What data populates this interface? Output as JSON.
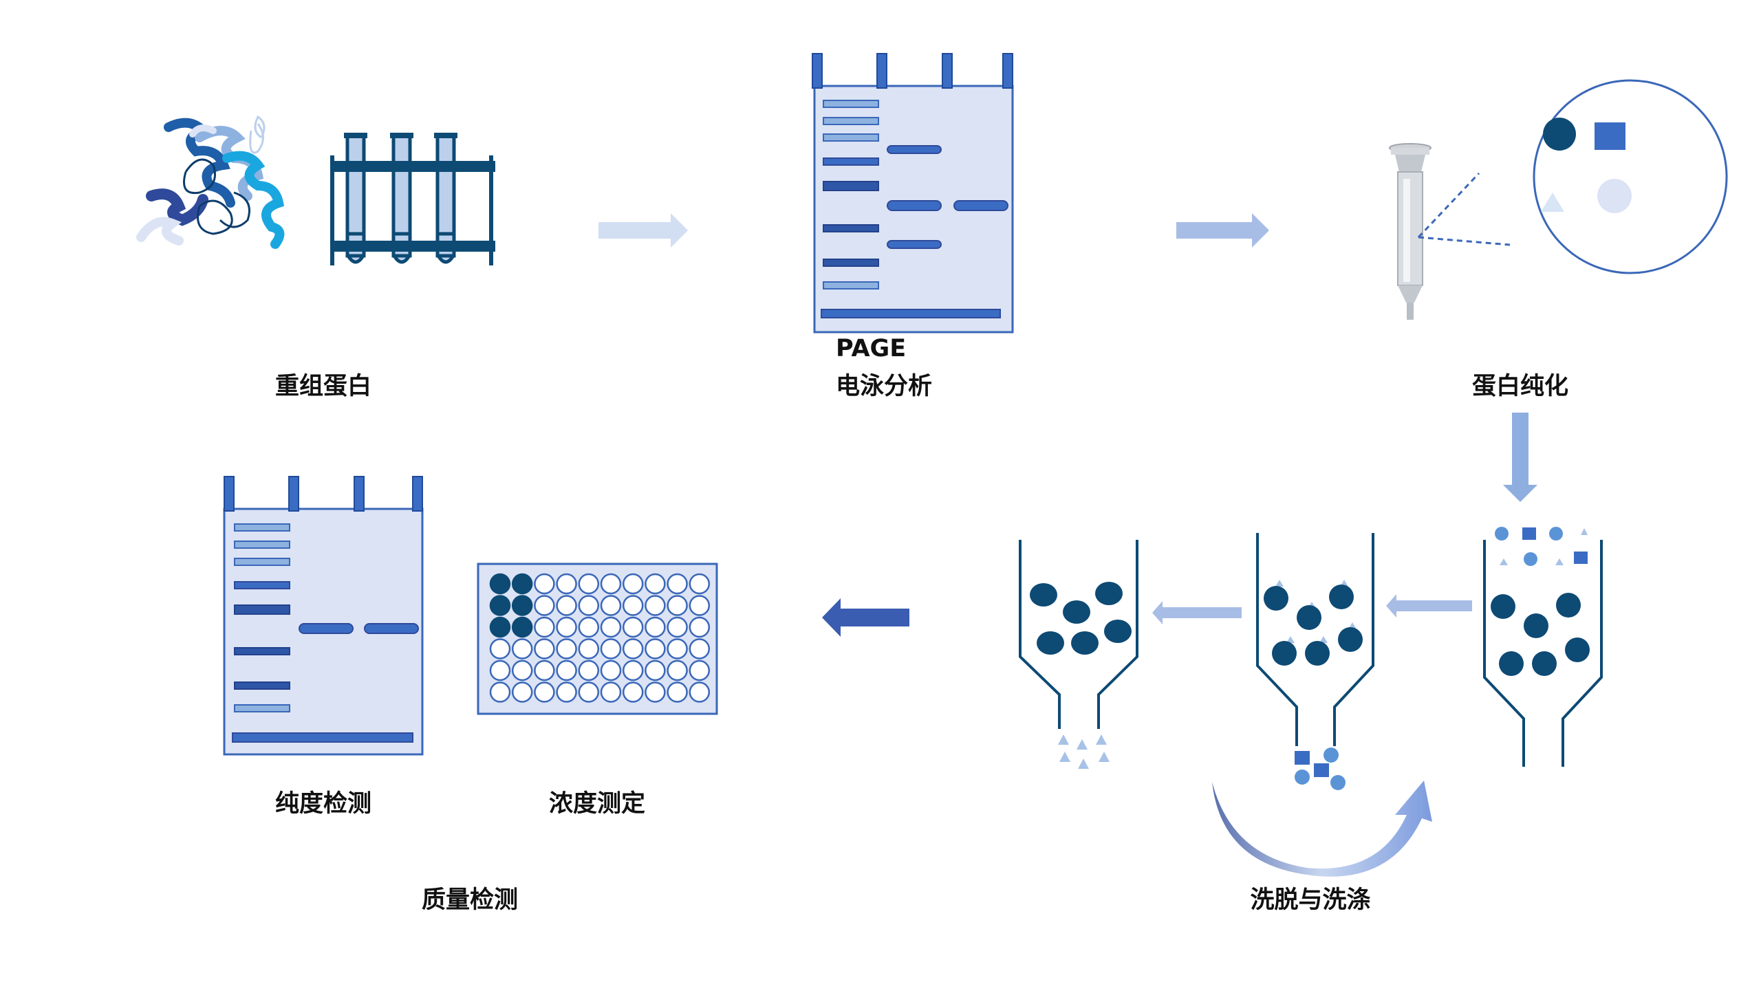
{
  "labels": {
    "recombinant_protein": "重组蛋白",
    "page": "PAGE",
    "electrophoresis": "电泳分析",
    "purification": "蛋白纯化",
    "purity": "纯度检测",
    "concentration": "浓度测定",
    "quality": "质量检测",
    "elution_wash": "洗脱与洗涤"
  },
  "colors": {
    "dark_navy": "#0d4a74",
    "mid_blue": "#3b6cc4",
    "light_blue": "#8eb2e0",
    "pale_blue": "#dbe3f5",
    "very_light_blue": "#bcd0ec",
    "arrow_light": "#d2def2",
    "arrow_mid": "#a8bde6",
    "arrow_dark": "#3a5cb1",
    "outline_blue": "#3a67b8",
    "cyan": "#1aa7e0"
  },
  "icons": [
    "protein-structure-icon",
    "test-tube-rack-icon",
    "gel-electrophoresis-icon",
    "spin-column-icon",
    "magnified-particles-icon",
    "funnel-column-icon",
    "well-plate-icon",
    "recycle-arrow-icon"
  ]
}
